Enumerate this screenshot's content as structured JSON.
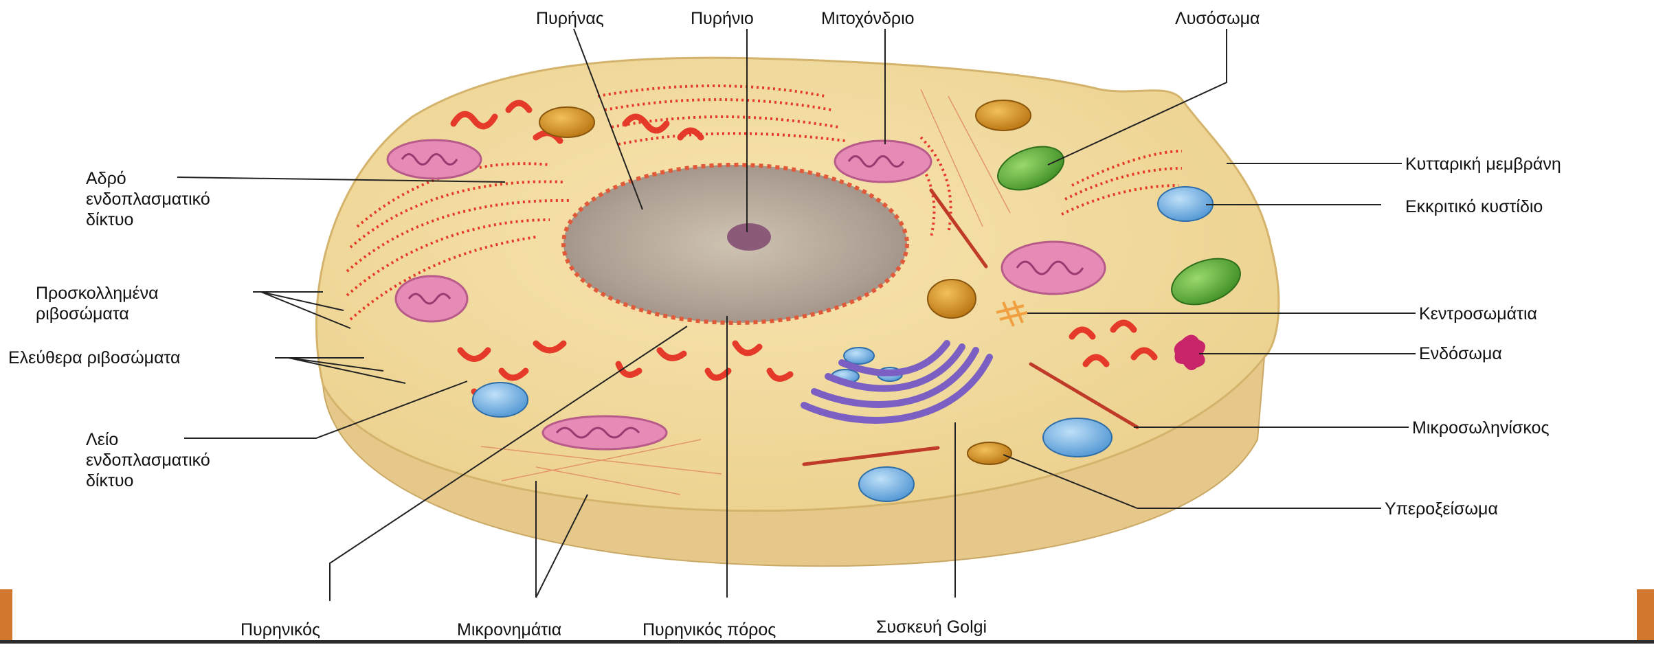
{
  "labels": {
    "nucleus": "Πυρήνας",
    "nucleolus": "Πυρήνιο",
    "mitochondrion": "Μιτοχόνδριο",
    "lysosome": "Λυσόσωμα",
    "rough_er_1": "Αδρό",
    "rough_er_2": "ενδοπλασματικό",
    "rough_er_3": "δίκτυο",
    "cell_membrane": "Κυτταρική μεμβράνη",
    "secretory_vesicle": "Εκκριτικό κυστίδιο",
    "attached_ribosomes_1": "Προσκολλημένα",
    "attached_ribosomes_2": "ριβοσώματα",
    "free_ribosomes": "Ελεύθερα ριβοσώματα",
    "centrioles": "Κεντροσωμάτια",
    "endosome": "Ενδόσωμα",
    "smooth_er_1": "Λείο",
    "smooth_er_2": "ενδοπλασματικό",
    "smooth_er_3": "δίκτυο",
    "microtubule": "Μικροσωληνίσκος",
    "peroxisome": "Υπεροξείσωμα",
    "nuclear_envelope": "Πυρηνικός",
    "microfilaments": "Μικρονημάτια",
    "nuclear_pore": "Πυρηνικός πόρος",
    "golgi": "Συσκευή Golgi"
  },
  "colors": {
    "cytoplasm": "#f3dca0",
    "cytoplasm_edge": "#d9be7a",
    "nucleus": "#b8a89a",
    "er": "#e53a2a",
    "mitochondrion": "#e58bb5",
    "lysosome": "#5bb33a",
    "vesicle": "#7fb8e6",
    "golgi": "#7b5fc2",
    "peroxisome": "#d9931c",
    "accent_bar": "#d2782e"
  }
}
